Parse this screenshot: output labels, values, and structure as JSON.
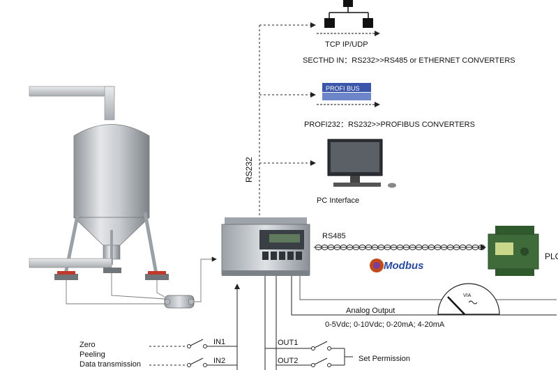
{
  "network": {
    "tcp_label": "TCP IP/UDP",
    "sectmd_label": "SECTHD IN：RS232>>RS485 or ETHERNET CONVERTERS",
    "profi232_label": "PROFI232：RS232>>PROFIBUS CONVERTERS",
    "pc_label": "PC Interface",
    "rs232_label": "RS232",
    "profibus_logo_text": "PROFI BUS"
  },
  "fieldbus": {
    "rs485_label": "RS485",
    "modbus_label": "Modbus",
    "plc_label": "PLC"
  },
  "analog": {
    "output_label": "Analog Output",
    "ranges": "0-5Vdc; 0-10Vdc; 0-20mA; 4-20mA",
    "meter_label": "VIA"
  },
  "inputs": {
    "labels": [
      "Zero",
      "Peeling",
      "Data transmission"
    ],
    "in1": "IN1",
    "in2": "IN2"
  },
  "outputs": {
    "out1": "OUT1",
    "out2": "OUT2",
    "set_permission": "Set Permission"
  },
  "colors": {
    "line": "#333333",
    "silo_light": "#d8dadc",
    "silo_dark": "#8a8f94",
    "plc_green": "#3f6b3a",
    "profibus_blue": "#3a56a8"
  }
}
